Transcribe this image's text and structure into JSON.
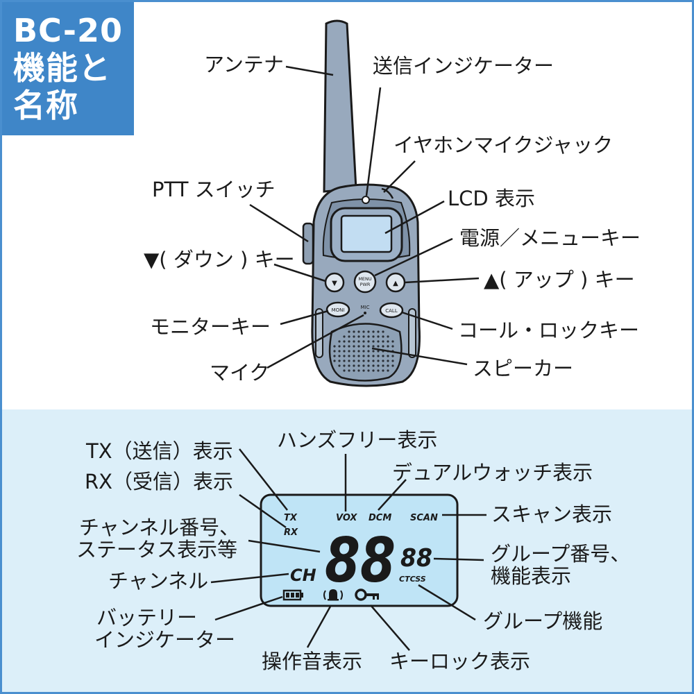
{
  "title": {
    "line1": "BC-20",
    "line2": "機能と",
    "line3": "名称"
  },
  "colors": {
    "accent": "#3f86c8",
    "bottom_bg": "#dceff9",
    "lcd": "#bfe4f6",
    "body": "#98a9bd",
    "line": "#1a1a1a"
  },
  "device_labels": {
    "antenna": "アンテナ",
    "tx_indicator": "送信インジケーター",
    "earphone_jack": "イヤホンマイクジャック",
    "ptt_switch": "PTT スイッチ",
    "lcd_display": "LCD 表示",
    "power_menu_key": "電源／メニューキー",
    "down_key": "▼( ダウン ) キー",
    "up_key": "▲( アップ ) キー",
    "monitor_key": "モニターキー",
    "call_lock_key": "コール・ロックキー",
    "mic": "マイク",
    "speaker": "スピーカー"
  },
  "device_buttons": {
    "menu_top": "MENU",
    "menu_bottom": "PWR",
    "moni": "MONI",
    "call": "CALL",
    "mic": "MIC",
    "down": "▼",
    "up": "▲"
  },
  "lcd_labels": {
    "tx": "TX（送信）表示",
    "rx": "RX（受信）表示",
    "handsfree": "ハンズフリー表示",
    "dual_watch": "デュアルウォッチ表示",
    "scan_display": "スキャン表示",
    "channel_number_1": "チャンネル番号、",
    "channel_number_2": "ステータス表示等",
    "group_number_1": "グループ番号、",
    "group_number_2": "機能表示",
    "channel": "チャンネル",
    "battery_1": "バッテリー",
    "battery_2": "インジケーター",
    "group_function": "グループ機能",
    "operation_sound": "操作音表示",
    "key_lock": "キーロック表示"
  },
  "lcd_screen": {
    "tx": "TX",
    "rx": "RX",
    "vox": "VOX",
    "dcm": "DCM",
    "scan": "SCAN",
    "ch": "CH",
    "big_digits": "88",
    "small_digits": "88",
    "ctcss": "CTCSS"
  }
}
